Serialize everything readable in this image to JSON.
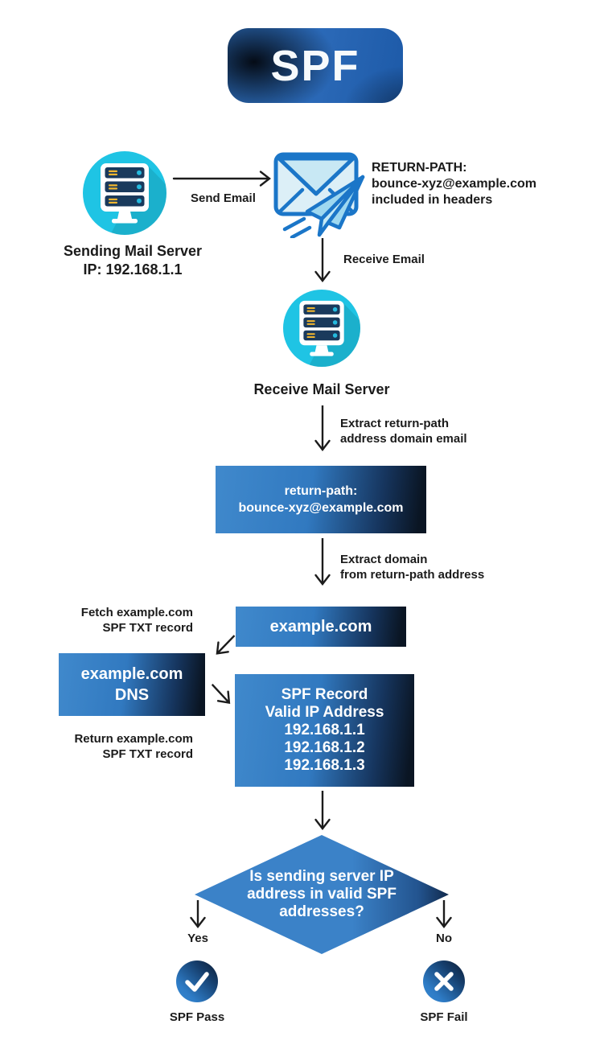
{
  "title": "SPF",
  "colors": {
    "accent_blue": "#3c84c8",
    "dark_navy": "#0a1523",
    "title_blue": "#2b6cbd",
    "server_circle_cyan": "#1fc4e4",
    "server_bar_navy": "#1a3a5c",
    "server_led_yellow": "#f0b62f",
    "envelope_blue": "#1b76c8",
    "text_dark": "#1b1b1b",
    "box_text_white": "#ffffff"
  },
  "flow": {
    "sending_server": {
      "caption": [
        "Sending Mail Server",
        "IP: 192.168.1.1"
      ]
    },
    "send_email": {
      "label": "Send Email"
    },
    "return_path_note": {
      "lines": [
        "RETURN-PATH:",
        "bounce-xyz@example.com",
        "included in headers"
      ]
    },
    "receive_email": {
      "label": "Receive Email"
    },
    "receive_server": {
      "caption": "Receive Mail Server"
    },
    "extract_return_path": {
      "lines": [
        "Extract return-path",
        "address domain email"
      ]
    },
    "return_path_box": {
      "lines": [
        "return-path:",
        "bounce-xyz@example.com"
      ]
    },
    "extract_domain": {
      "lines": [
        "Extract domain",
        "from return-path address"
      ]
    },
    "domain_box": {
      "label": "example.com"
    },
    "fetch_note": {
      "lines": [
        "Fetch example.com",
        "SPF TXT record"
      ]
    },
    "dns_box": {
      "lines": [
        "example.com",
        "DNS"
      ]
    },
    "return_note": {
      "lines": [
        "Return example.com",
        "SPF TXT record"
      ]
    },
    "spf_record_box": {
      "lines": [
        "SPF Record",
        "Valid IP Address",
        "192.168.1.1",
        "192.168.1.2",
        "192.168.1.3"
      ]
    },
    "decision": {
      "lines": [
        "Is sending server IP",
        "address in valid SPF",
        "addresses?"
      ]
    },
    "yes_branch": {
      "label": "Yes",
      "result": "SPF Pass"
    },
    "no_branch": {
      "label": "No",
      "result": "SPF Fail"
    }
  }
}
